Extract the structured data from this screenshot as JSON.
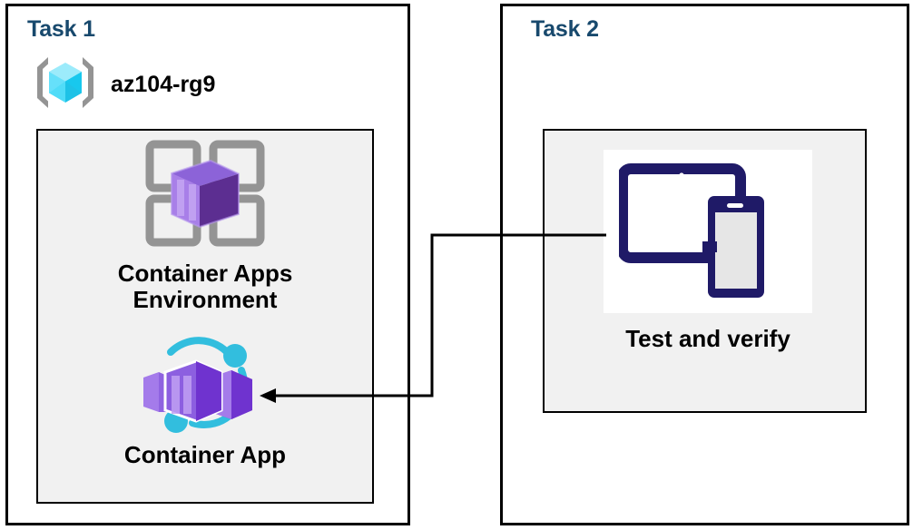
{
  "diagram": {
    "title_color": "#18496d",
    "panel_border_color": "#000000",
    "inner_box_fill": "#f1f1f1"
  },
  "task1": {
    "title": "Task 1",
    "resource_group": {
      "label": "az104-rg9",
      "icon": "resource-group-icon",
      "icon_colors": {
        "cube": "#32d3f5",
        "bracket": "#949494"
      }
    },
    "nodes": [
      {
        "icon": "container-apps-environment-icon",
        "label": "Container Apps\nEnvironment",
        "icon_colors": {
          "box": "#8661c5",
          "box_dark": "#5c2e91",
          "grid": "#949494"
        }
      },
      {
        "icon": "container-app-icon",
        "label": "Container App",
        "icon_colors": {
          "box": "#a47bea",
          "box_dark": "#7a3fd6",
          "ring": "#32bede"
        }
      }
    ]
  },
  "task2": {
    "title": "Task 2",
    "nodes": [
      {
        "icon": "test-and-verify-devices-icon",
        "label": "Test and verify",
        "icon_colors": {
          "device": "#1f1a67",
          "screen_fill": "#e6e6e6"
        }
      }
    ]
  },
  "connector": {
    "from": "test-and-verify",
    "to": "container-app",
    "arrow_direction": "left",
    "stroke_color": "#000000"
  }
}
